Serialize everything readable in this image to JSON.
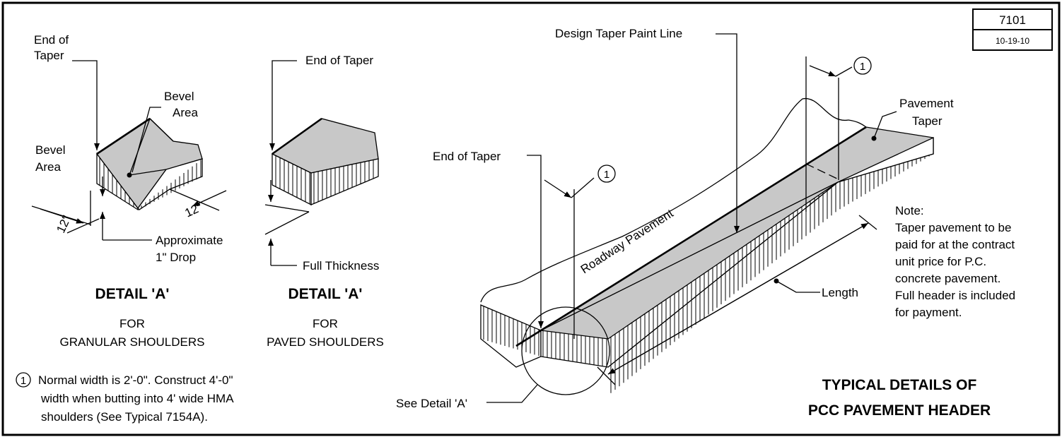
{
  "sheet": {
    "number": "7101",
    "date": "10-19-10"
  },
  "detail_granular": {
    "end_of_taper": [
      "End of",
      "Taper"
    ],
    "bevel_area_top": [
      "Bevel",
      "Area"
    ],
    "bevel_area_left": [
      "Bevel",
      "Area"
    ],
    "dim_12_left": "12\"",
    "dim_12_right": "12\"",
    "drop": [
      "Approximate",
      "1\" Drop"
    ],
    "title": "DETAIL 'A'",
    "sub": [
      "FOR",
      "GRANULAR SHOULDERS"
    ]
  },
  "detail_paved": {
    "end_of_taper": "End of Taper",
    "full_thickness": "Full Thickness",
    "title": "DETAIL 'A'",
    "sub": [
      "FOR",
      "PAVED SHOULDERS"
    ]
  },
  "footnote": {
    "marker": "1",
    "lines": [
      "Normal width is 2'-0\". Construct 4'-0\"",
      "width when butting into 4' wide HMA",
      "shoulders (See Typical 7154A)."
    ]
  },
  "main": {
    "design_taper": "Design Taper Paint Line",
    "end_of_taper": "End of Taper",
    "callout_marker": "1",
    "pavement_taper": [
      "Pavement",
      "Taper"
    ],
    "roadway_pavement": "Roadway Pavement",
    "length": "Length",
    "see_detail": "See Detail 'A'",
    "note": [
      "Note:",
      "Taper pavement to be",
      "paid for at the contract",
      "unit price for P.C.",
      "concrete pavement.",
      "Full header is included",
      "for payment."
    ],
    "title": [
      "TYPICAL DETAILS OF",
      "PCC PAVEMENT HEADER"
    ]
  }
}
